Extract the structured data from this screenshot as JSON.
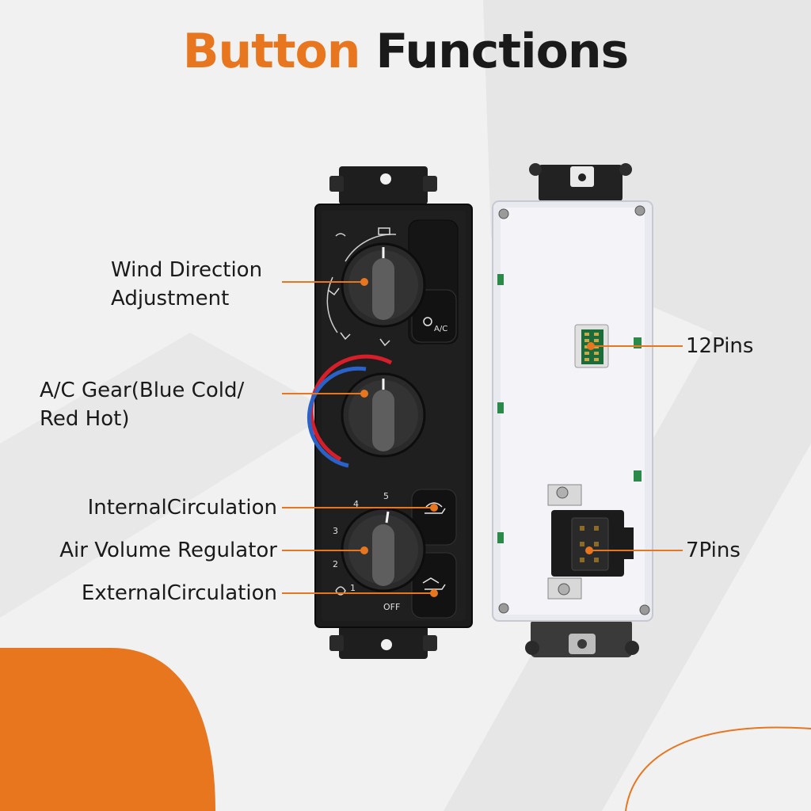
{
  "title": {
    "word1": "Button",
    "word2": "Functions"
  },
  "colors": {
    "accent": "#e8761e",
    "text": "#1a1a1a",
    "background": "#f1f1f1",
    "panel_front": "#1c1c1c",
    "panel_back": "#e9eaf0"
  },
  "callouts_left": [
    {
      "line1": "Wind Direction",
      "line2": "Adjustment"
    },
    {
      "line1": "A/C Gear(Blue Cold/",
      "line2": "Red Hot)"
    },
    {
      "line1": "InternalCirculation"
    },
    {
      "line1": "Air Volume Regulator"
    },
    {
      "line1": "ExternalCirculation"
    }
  ],
  "callouts_right": [
    {
      "line1": "12Pins"
    },
    {
      "line1": "7Pins"
    }
  ],
  "panel_marks": {
    "ac_button": "A/C",
    "fan_scale": [
      "OFF",
      "1",
      "2",
      "3",
      "4",
      "5"
    ]
  }
}
